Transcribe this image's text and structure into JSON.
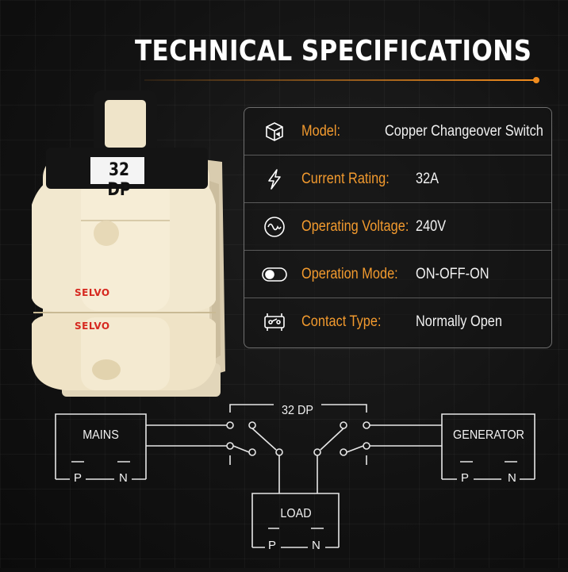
{
  "title": "TECHNICAL SPECIFICATIONS",
  "colors": {
    "accent": "#f08c1e",
    "label": "#f29a2e",
    "switch_body": "#ece0c4",
    "brand_red": "#d6281f"
  },
  "product": {
    "badge": "32 DP",
    "brand_top": "SELVO",
    "brand_bottom": "SELVO"
  },
  "specs": [
    {
      "icon": "box-icon",
      "label": "Model:",
      "value": "Copper Changeover Switch"
    },
    {
      "icon": "lightning-icon",
      "label": "Current Rating:",
      "value": "32A"
    },
    {
      "icon": "waveform-icon",
      "label": "Operating Voltage:",
      "value": "240V"
    },
    {
      "icon": "toggle-icon",
      "label": "Operation Mode:",
      "value": "ON-OFF-ON"
    },
    {
      "icon": "contact-icon",
      "label": "Contact Type:",
      "value": "Normally Open"
    }
  ],
  "diagram": {
    "switch_label": "32 DP",
    "mains": {
      "label": "MAINS",
      "p": "P",
      "n": "N"
    },
    "generator": {
      "label": "GENERATOR",
      "p": "P",
      "n": "N"
    },
    "load": {
      "label": "LOAD",
      "p": "P",
      "n": "N"
    }
  }
}
